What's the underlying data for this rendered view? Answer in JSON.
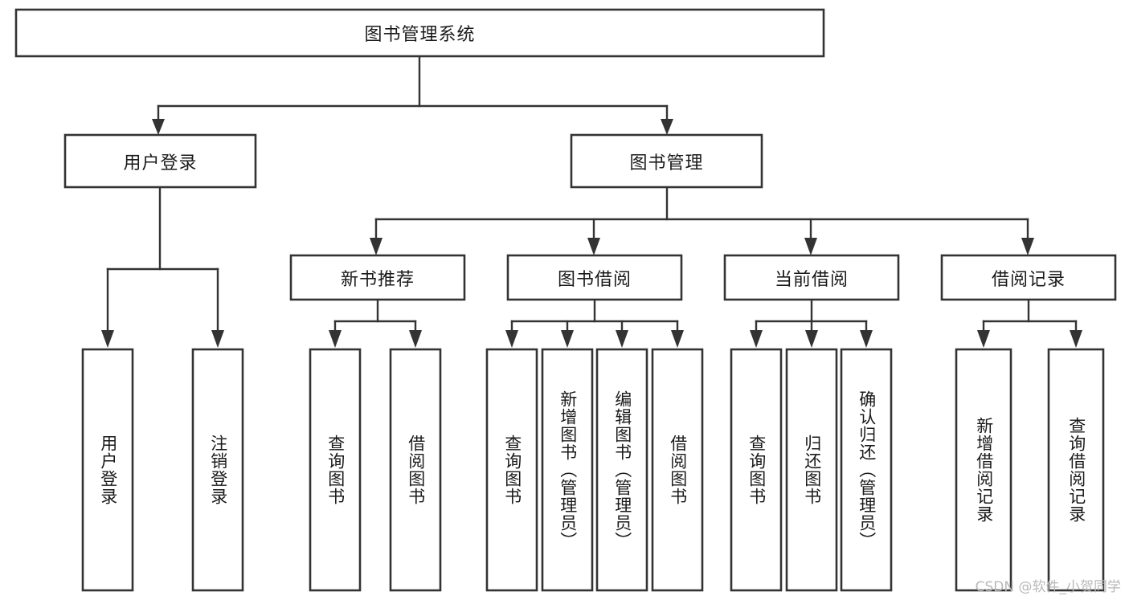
{
  "diagram": {
    "type": "hierarchy-tree",
    "orientation": "top-down",
    "root": {
      "label": "图书管理系统"
    },
    "level2": [
      {
        "label": "用户登录"
      },
      {
        "label": "图书管理"
      }
    ],
    "level3": [
      {
        "label": "新书推荐"
      },
      {
        "label": "图书借阅"
      },
      {
        "label": "当前借阅"
      },
      {
        "label": "借阅记录"
      }
    ],
    "leaves": {
      "user_login": [
        {
          "label": "用户登录"
        },
        {
          "label": "注销登录"
        }
      ],
      "new_book_recommend": [
        {
          "label": "查询图书"
        },
        {
          "label": "借阅图书"
        }
      ],
      "book_borrow": [
        {
          "label": "查询图书"
        },
        {
          "label": "新增图书（管理员）"
        },
        {
          "label": "编辑图书（管理员）"
        },
        {
          "label": "借阅图书"
        }
      ],
      "current_borrow": [
        {
          "label": "查询图书"
        },
        {
          "label": "归还图书"
        },
        {
          "label": "确认归还（管理员）"
        }
      ],
      "borrow_record": [
        {
          "label": "新增借阅记录"
        },
        {
          "label": "查询借阅记录"
        }
      ]
    }
  },
  "watermark": {
    "text": "CSDN @软件_小贺同学"
  },
  "colors": {
    "background": "#ffffff",
    "box_fill": "#ffffff",
    "box_stroke": "#333333",
    "text": "#1a1a1a",
    "watermark": "#b9b9b9"
  }
}
